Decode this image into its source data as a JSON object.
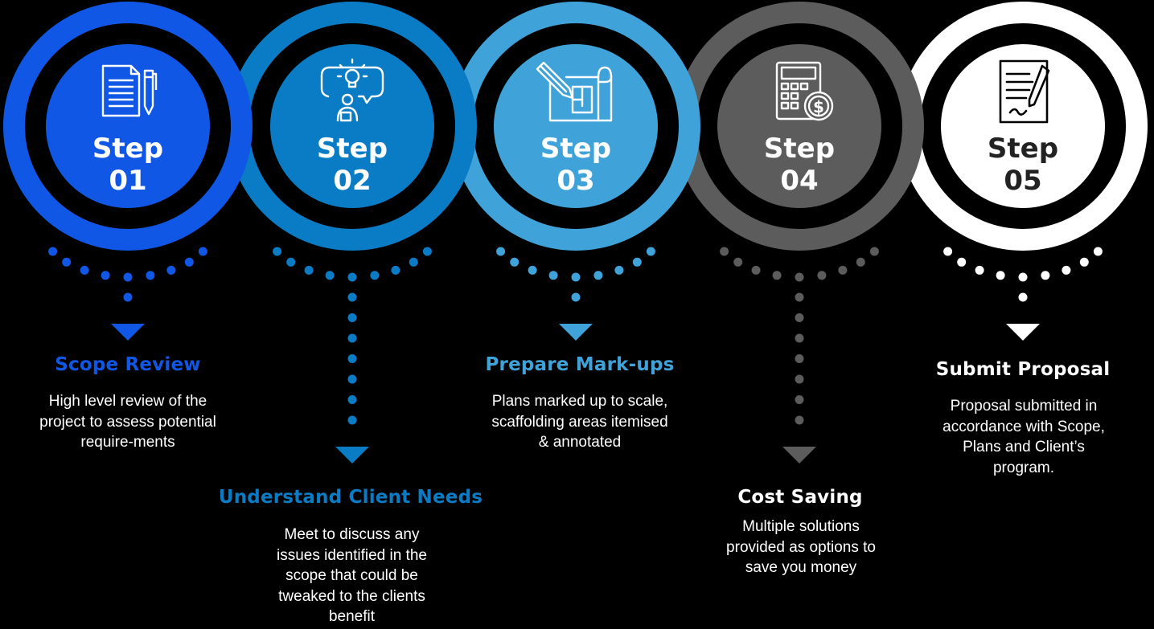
{
  "steps": [
    {
      "word": "Step",
      "number": "01",
      "title": "Scope Review",
      "description": "High level review of the project to assess potential require-ments",
      "color": "#1157E6",
      "icon": "document-pen-icon"
    },
    {
      "word": "Step",
      "number": "02",
      "title": "Understand Client Needs",
      "description": "Meet to discuss any issues identified in the scope that could be tweaked to the clients benefit",
      "color": "#0A7CC6",
      "icon": "idea-person-icon"
    },
    {
      "word": "Step",
      "number": "03",
      "title": "Prepare Mark-ups",
      "description": "Plans marked up to scale, scaffolding areas itemised & annotated",
      "color": "#3FA3DA",
      "icon": "blueprint-pencil-icon"
    },
    {
      "word": "Step",
      "number": "04",
      "title": "Cost Saving",
      "description": "Multiple solutions provided as options to save you money",
      "color": "#5C5C5C",
      "icon": "calculator-dollar-icon"
    },
    {
      "word": "Step",
      "number": "05",
      "title": "Submit Proposal",
      "description": "Proposal submitted in accordance with Scope, Plans and Client’s program.",
      "color": "#FFFFFF",
      "icon": "contract-pen-icon"
    }
  ]
}
